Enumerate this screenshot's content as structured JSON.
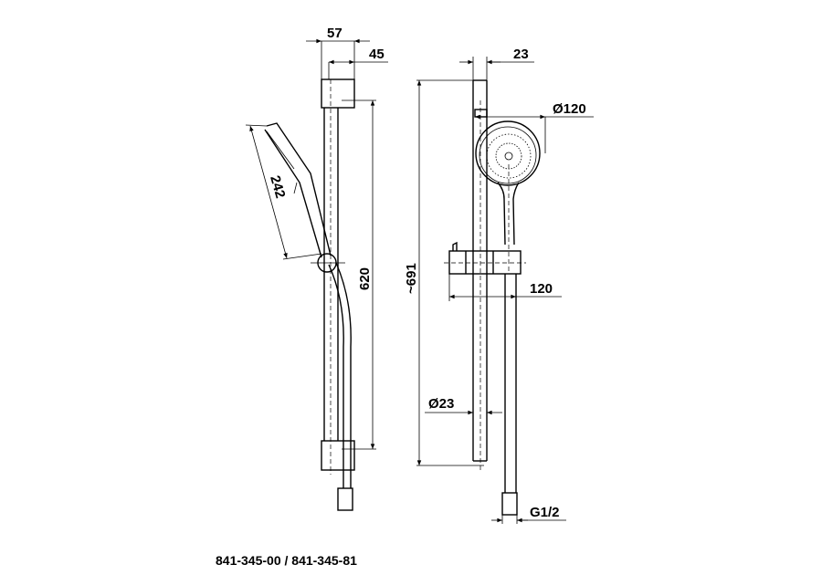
{
  "drawing": {
    "side_view": {
      "width_bracket": "57",
      "width_rail_offset": "45",
      "hand_shower_length": "242",
      "rail_length": "620"
    },
    "front_view": {
      "total_height": "~691",
      "rail_offset": "23",
      "head_diameter": "Ø120",
      "holder_projection": "120",
      "rail_diameter": "Ø23",
      "connection_thread": "G1/2"
    },
    "caption": "841-345-00 / 841-345-81"
  }
}
